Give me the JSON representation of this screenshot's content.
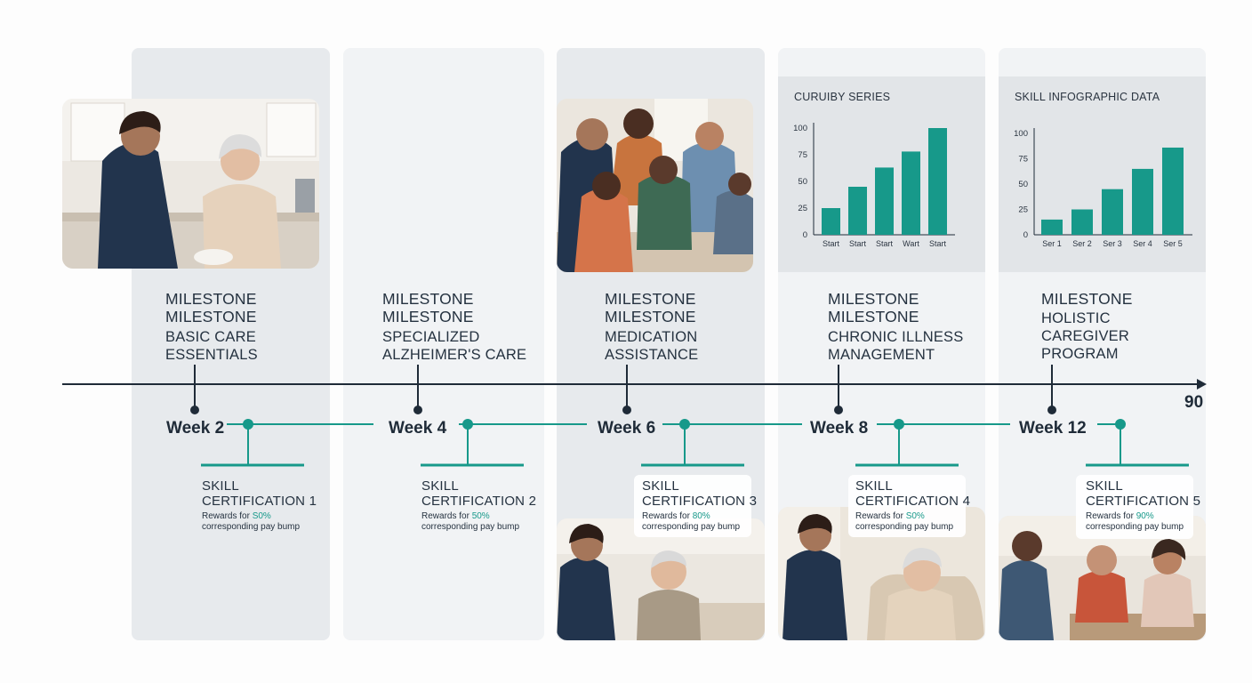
{
  "milestones": [
    {
      "line1": "MILESTONE",
      "line2": "MILESTONE",
      "line3": "BASIC CARE",
      "line4": "ESSENTIALS",
      "week": "Week 2"
    },
    {
      "line1": "MILESTONE",
      "line2": "MILESTONE",
      "line3": "SPECIALIZED",
      "line4": "ALZHEIMER'S CARE",
      "week": "Week 4"
    },
    {
      "line1": "MILESTONE",
      "line2": "MILESTONE",
      "line3": "MEDICATION",
      "line4": "ASSISTANCE",
      "week": "Week 6"
    },
    {
      "line1": "MILESTONE",
      "line2": "MILESTONE",
      "line3": "CHRONIC ILLNESS",
      "line4": "MANAGEMENT",
      "week": "Week 8"
    },
    {
      "line1": "MILESTONE",
      "line2": "HOLISTIC",
      "line3": "CAREGIVER",
      "line4": "PROGRAM",
      "week": "Week 12"
    }
  ],
  "timeline_end_label": "90",
  "certifications": [
    {
      "line1": "SKILL",
      "line2": "CERTIFICATION 1",
      "desc_prefix": "Rewards for ",
      "pct": "S0%",
      "desc_suffix": "corresponding pay bump"
    },
    {
      "line1": "SKILL",
      "line2": "CERTIFICATION 2",
      "desc_prefix": "Rewards for ",
      "pct": "50%",
      "desc_suffix": "corresponding pay bump"
    },
    {
      "line1": "SKILL",
      "line2": "CERTIFICATION 3",
      "desc_prefix": "Rewards for ",
      "pct": "80%",
      "desc_suffix": "corresponding pay bump"
    },
    {
      "line1": "SKILL",
      "line2": "CERTIFICATION 4",
      "desc_prefix": "Rewards for ",
      "pct": "S0%",
      "desc_suffix": "corresponding pay bump"
    },
    {
      "line1": "SKILL",
      "line2": "CERTIFICATION 5",
      "desc_prefix": "Rewards for ",
      "pct": "90%",
      "desc_suffix": "corresponding pay bump"
    }
  ],
  "colors": {
    "teal": "#17998a",
    "navy": "#1f2b38",
    "panel": "#e2e5e8"
  },
  "chart_data": [
    {
      "type": "bar",
      "title": "CURUIBY SERIES",
      "categories": [
        "Start",
        "Start",
        "Start",
        "Wart",
        "Start"
      ],
      "values": [
        25,
        45,
        63,
        78,
        100
      ],
      "yticks": [
        0,
        25,
        50,
        75,
        100
      ],
      "ylim": [
        0,
        100
      ],
      "color": "#17998a"
    },
    {
      "type": "bar",
      "title": "SKILL INFOGRAPHIC DATA",
      "categories": [
        "Ser 1",
        "Ser 2",
        "Ser 3",
        "Ser 4",
        "Ser 5"
      ],
      "values": [
        15,
        25,
        45,
        65,
        86
      ],
      "yticks": [
        0,
        25,
        50,
        75,
        100
      ],
      "ylim": [
        0,
        100
      ],
      "color": "#17998a"
    }
  ]
}
